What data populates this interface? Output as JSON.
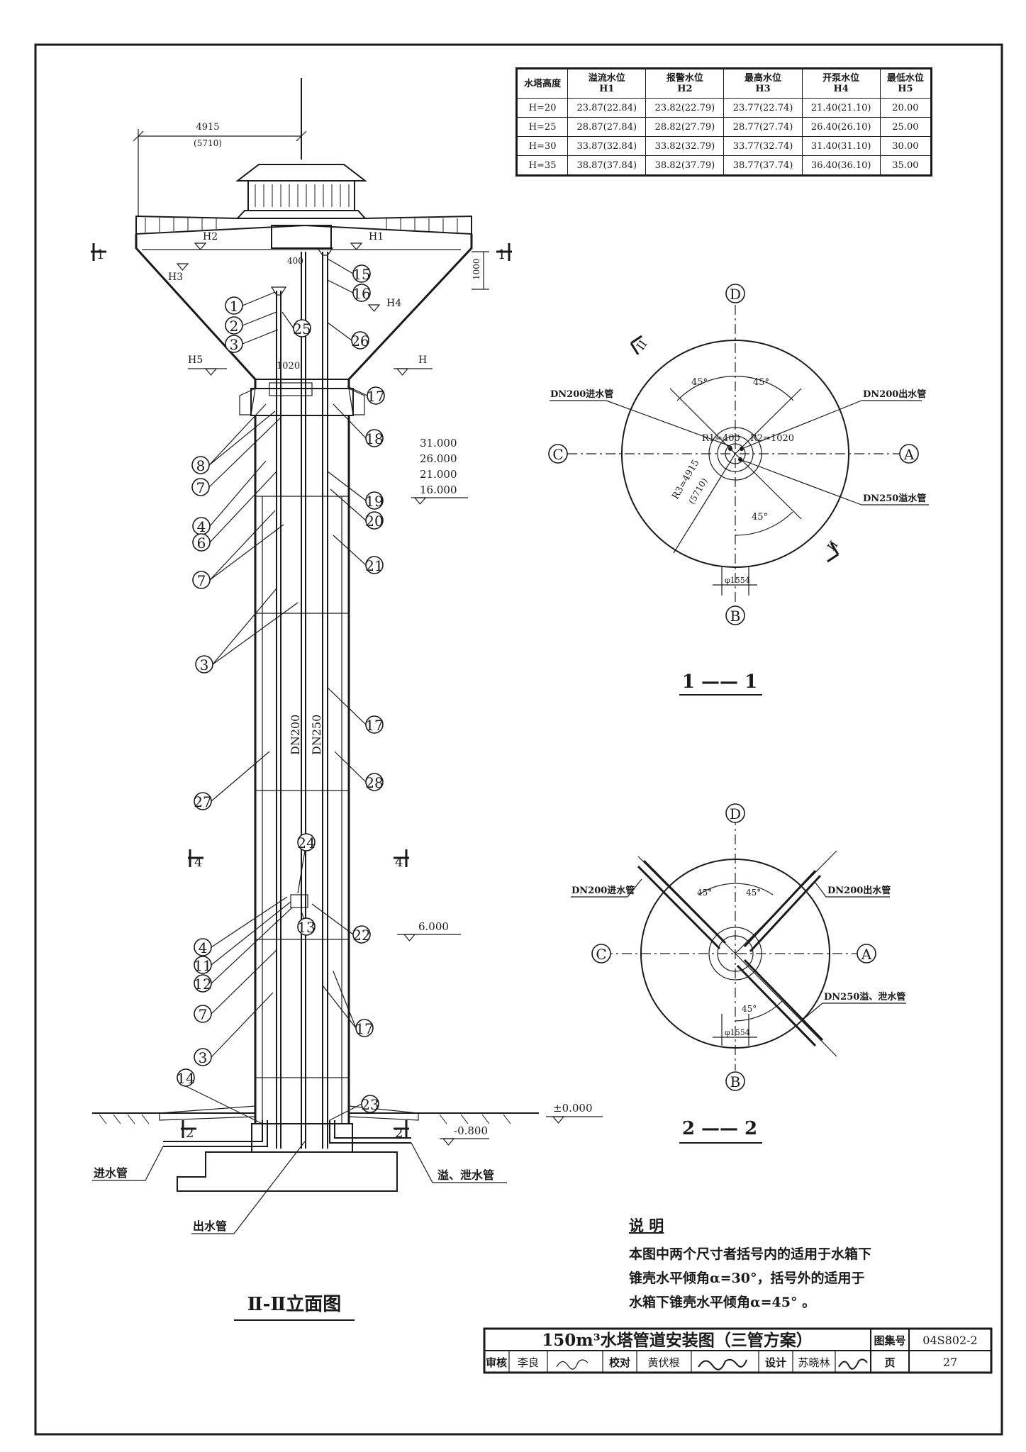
{
  "water_level_table": {
    "headers": [
      {
        "label": "水塔高度",
        "sub": ""
      },
      {
        "label": "溢流水位",
        "sub": "H1"
      },
      {
        "label": "报警水位",
        "sub": "H2"
      },
      {
        "label": "最高水位",
        "sub": "H3"
      },
      {
        "label": "开泵水位",
        "sub": "H4"
      },
      {
        "label": "最低水位",
        "sub": "H5"
      }
    ],
    "rows": [
      [
        "H=20",
        "23.87(22.84)",
        "23.82(22.79)",
        "23.77(22.74)",
        "21.40(21.10)",
        "20.00"
      ],
      [
        "H=25",
        "28.87(27.84)",
        "28.82(27.79)",
        "28.77(27.74)",
        "26.40(26.10)",
        "25.00"
      ],
      [
        "H=30",
        "33.87(32.84)",
        "33.82(32.79)",
        "33.77(32.74)",
        "31.40(31.10)",
        "30.00"
      ],
      [
        "H=35",
        "38.87(37.84)",
        "38.82(37.79)",
        "38.77(37.74)",
        "36.40(36.10)",
        "35.00"
      ]
    ]
  },
  "elevation": {
    "title": "Ⅱ-Ⅱ立面图",
    "dim_top": "4915",
    "dim_top_alt": "(5710)",
    "dim_400": "400",
    "dim_1020": "1020",
    "dim_1000": "1000",
    "h1": "H1",
    "h2": "H2",
    "h3": "H3",
    "h4": "H4",
    "h5": "H5",
    "h": "H",
    "levels": [
      "31.000",
      "26.000",
      "21.000",
      "16.000"
    ],
    "level_6": "6.000",
    "level_0": "±0.000",
    "level_neg": "-0.800",
    "pipe_dn200": "DN200",
    "pipe_dn250": "DN250",
    "label_inlet": "进水管",
    "label_outlet": "出水管",
    "label_overflow": "溢、泄水管",
    "sec_1_left": "1",
    "sec_1_right": "1",
    "sec_4_left": "4",
    "sec_4_right": "4",
    "sec_2_left": "2",
    "sec_2_right": "2",
    "callouts": [
      "1",
      "2",
      "3",
      "15",
      "16",
      "25",
      "26",
      "17",
      "8",
      "7",
      "18",
      "4",
      "6",
      "19",
      "20",
      "21",
      "7",
      "3",
      "17",
      "27",
      "28",
      "24",
      "4",
      "11",
      "12",
      "22",
      "13",
      "7",
      "3",
      "17",
      "14",
      "23"
    ]
  },
  "section_1": {
    "title": "1 —— 1",
    "label_d": "D",
    "label_c": "C",
    "label_a": "A",
    "label_b": "B",
    "sec_mark_top": "II",
    "sec_mark_bottom": "II",
    "angle_1": "45°",
    "angle_2": "45°",
    "angle_3": "45°",
    "r1": "R1=400",
    "r2": "R2=1020",
    "r3": "R3=4915",
    "r3_alt": "(5710)",
    "phi": "φ1554",
    "pipe_in": "DN200进水管",
    "pipe_out": "DN200出水管",
    "pipe_overflow": "DN250溢水管"
  },
  "section_2": {
    "title": "2 —— 2",
    "label_d": "D",
    "label_c": "C",
    "label_a": "A",
    "label_b": "B",
    "angle_1": "45°",
    "angle_2": "45°",
    "angle_3": "45°",
    "phi": "φ1554",
    "pipe_in": "DN200进水管",
    "pipe_out": "DN200出水管",
    "pipe_overflow": "DN250溢、泄水管"
  },
  "notes": {
    "heading": "说 明",
    "lines": [
      "本图中两个尺寸者括号内的适用于水箱下",
      "锥壳水平倾角α=30°，括号外的适用于",
      "水箱下锥壳水平倾角α=45° 。"
    ]
  },
  "title_block": {
    "title": "150m³水塔管道安装图（三管方案）",
    "atlas_label": "图集号",
    "atlas_no": "04S802-2",
    "review_label": "审核",
    "reviewer": "李良",
    "check_label": "校对",
    "checker": "黄伏根",
    "design_label": "设计",
    "designer": "苏晓林",
    "page_label": "页",
    "page_no": "27"
  }
}
